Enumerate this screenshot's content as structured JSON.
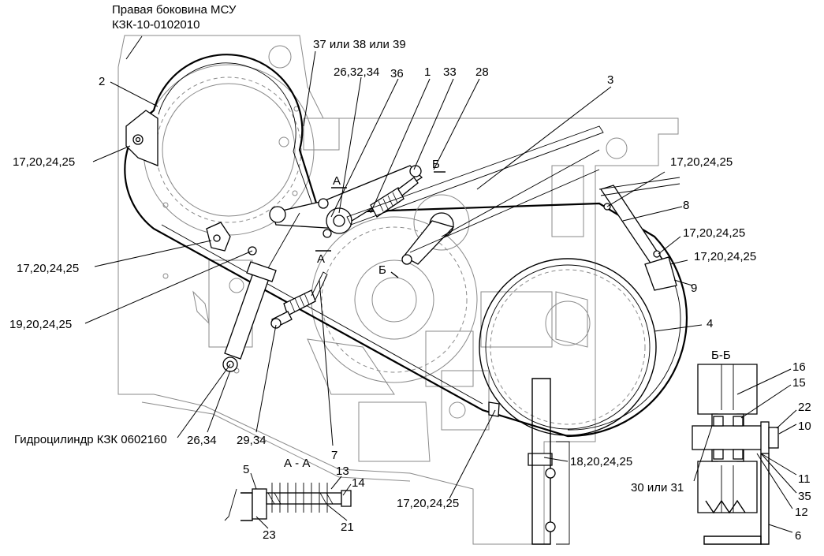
{
  "title_lines": [
    "Правая боковина МСУ",
    "КЗК-10-0102010"
  ],
  "callouts": {
    "c_37_38_39": "37 или 38 или 39",
    "c_2": "2",
    "c_26_32_34": "26,32,34",
    "c_36": "36",
    "c_1": "1",
    "c_33": "33",
    "c_28": "28",
    "c_3": "3",
    "c_17_20_24_25_a": "17,20,24,25",
    "c_17_20_24_25_b": "17,20,24,25",
    "c_17_20_24_25_c": "17,20,24,25",
    "c_17_20_24_25_d": "17,20,24,25",
    "c_17_20_24_25_e": "17,20,24,25",
    "c_17_20_24_25_f": "17,20,24,25",
    "c_8": "8",
    "c_9": "9",
    "c_4": "4",
    "c_19_20_24_25": "19,20,24,25",
    "c_26_34": "26,34",
    "c_29_34": "29,34",
    "c_7": "7",
    "c_18_20_24_25": "18,20,24,25",
    "c_cylinder": "Гидроцилиндр КЗК 0602160",
    "c_16": "16",
    "c_15": "15",
    "c_22": "22",
    "c_10": "10",
    "c_11": "11",
    "c_35": "35",
    "c_12": "12",
    "c_30_31": "30 или 31",
    "c_6": "6",
    "c_5": "5",
    "c_13": "13",
    "c_14": "14",
    "c_21": "21",
    "c_23": "23"
  },
  "section_marks": {
    "view_aa": "А - А",
    "view_bb": "Б-Б",
    "mark_a": "А",
    "mark_b": "Б"
  }
}
